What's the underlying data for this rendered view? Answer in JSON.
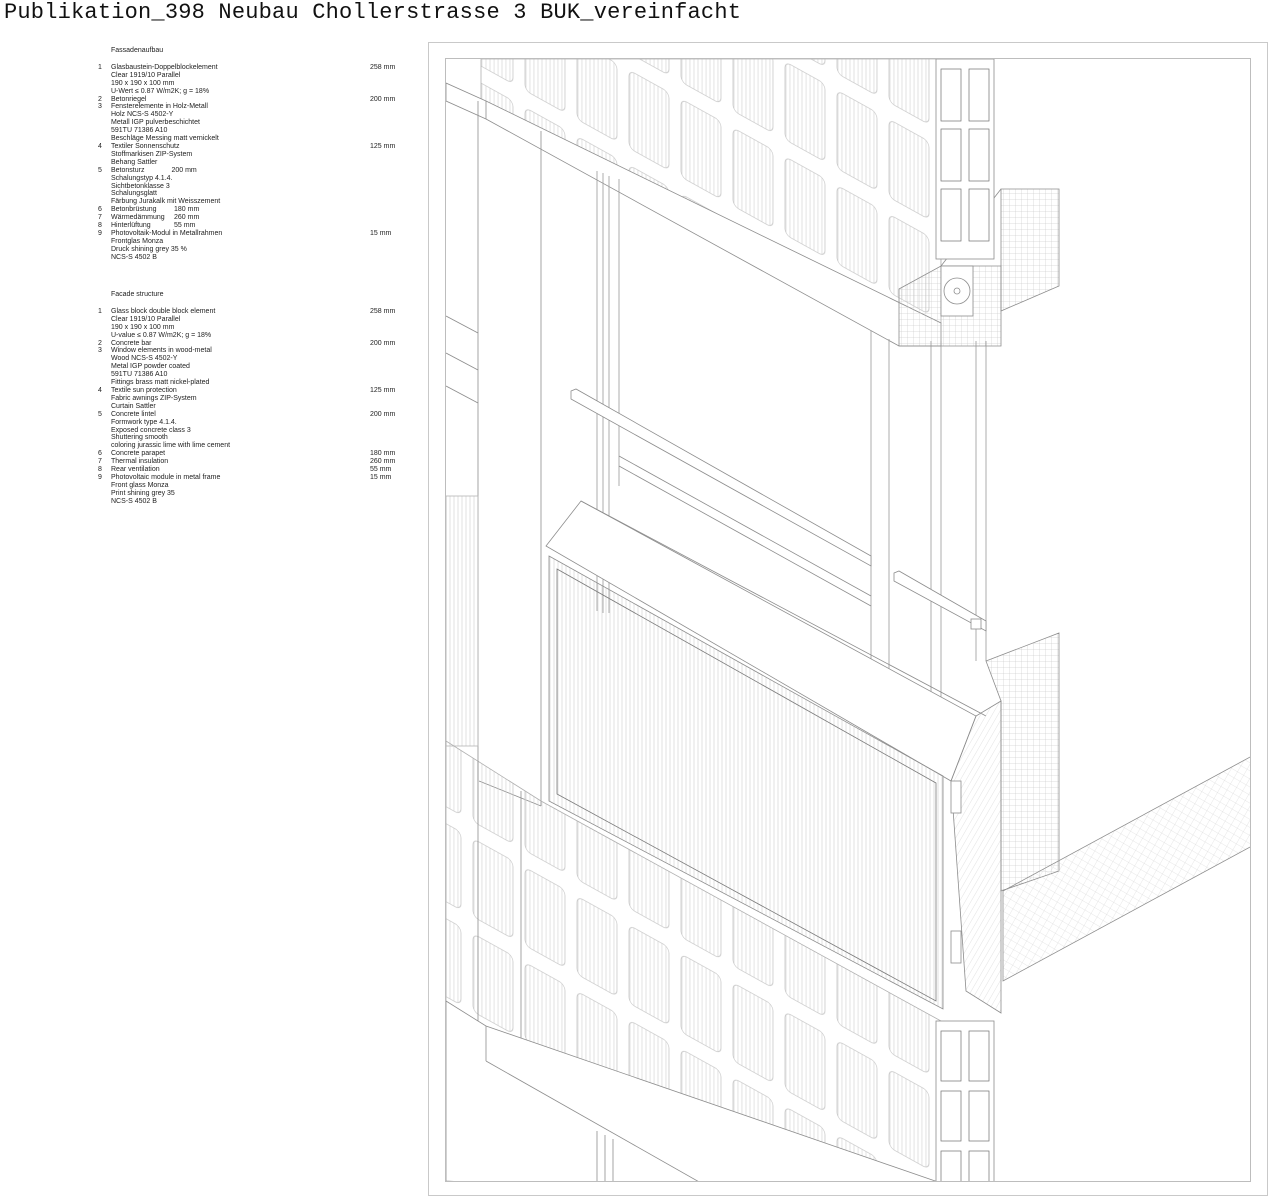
{
  "document": {
    "title": "Publikation_398 Neubau Chollerstrasse 3 BUK_vereinfacht"
  },
  "legend_de": {
    "heading": "Fassadenaufbau",
    "items": [
      {
        "num": "1",
        "label": "Glasbaustein-Doppelblockelement",
        "dim": "258 mm",
        "sub": [
          "Clear 1919/10 Parallel",
          "190 x 190 x 100 mm",
          "U-Wert ≤ 0.87 W/m2K; g = 18%"
        ]
      },
      {
        "num": "2",
        "label": "Betonriegel",
        "dim": "200 mm",
        "sub": []
      },
      {
        "num": "3",
        "label": "Fensterelemente in Holz-Metall",
        "dim": "",
        "sub": [
          "Holz NCS-S 4502-Y",
          "Metall IGP pulverbeschichtet",
          "591TU 71386 A10",
          "Beschläge Messing matt vernickelt"
        ]
      },
      {
        "num": "4",
        "label": "Textiler Sonnenschutz",
        "dim": "125 mm",
        "sub": [
          "Stoffmarkisen ZIP-System",
          "Behang Sattler"
        ]
      },
      {
        "num": "5",
        "label": "Betonsturz",
        "inline_dim": "200 mm",
        "dim": "",
        "sub": [
          "Schalungstyp 4.1.4.",
          "Sichtbetonklasse 3",
          "Schalungsglatt",
          "Färbung Jurakalk mit Weisszement"
        ]
      },
      {
        "num": "6",
        "label": "Betonbrüstung",
        "inline_dim": "180 mm",
        "dim": "",
        "sub": []
      },
      {
        "num": "7",
        "label": "Wärmedämmung",
        "inline_dim": "260 mm",
        "dim": "",
        "sub": []
      },
      {
        "num": "8",
        "label": "Hinterlüftung",
        "inline_dim": "55 mm",
        "dim": "",
        "sub": []
      },
      {
        "num": "9",
        "label": "Photovoltaik-Modul in Metallrahmen",
        "dim": "15 mm",
        "sub": [
          "Frontglas Monza",
          "Druck shining grey 35 %",
          "NCS-S 4502 B"
        ]
      }
    ]
  },
  "legend_en": {
    "heading": "Facade structure",
    "items": [
      {
        "num": "1",
        "label": "Glass block double block element",
        "dim": "258 mm",
        "sub": [
          "Clear 1919/10 Parallel",
          "190 x 190 x 100 mm",
          "U-value ≤ 0.87 W/m2K; g = 18%"
        ]
      },
      {
        "num": "2",
        "label": "Concrete bar",
        "dim": "200 mm",
        "sub": []
      },
      {
        "num": "3",
        "label": "Window elements in wood-metal",
        "dim": "",
        "sub": [
          "Wood NCS-S 4502-Y",
          "Metal IGP powder coated",
          "591TU 71386 A10",
          "Fittings brass matt nickel-plated"
        ]
      },
      {
        "num": "4",
        "label": "Textile sun protection",
        "dim": "125 mm",
        "sub": [
          "Fabric awnings ZIP-System",
          "Curtain Sattler"
        ]
      },
      {
        "num": "5",
        "label": "Concrete lintel",
        "dim": "200 mm",
        "sub": [
          "Formwork type 4.1.4.",
          "Exposed concrete class 3",
          "Shuttering smooth",
          "coloring jurassic lime with lime cement"
        ]
      },
      {
        "num": "6",
        "label": "Concrete parapet",
        "dim": "180 mm",
        "sub": []
      },
      {
        "num": "7",
        "label": "Thermal insulation",
        "dim": "260 mm",
        "sub": []
      },
      {
        "num": "8",
        "label": "Rear ventilation",
        "dim": "55 mm",
        "sub": []
      },
      {
        "num": "9",
        "label": "Photovoltaic module in metal frame",
        "dim": "15 mm",
        "sub": [
          "Front glass Monza",
          "Print shining grey 35",
          "NCS-S 4502 B"
        ]
      }
    ]
  },
  "drawing": {
    "type": "isometric facade section",
    "line_color": "#8a8a8a",
    "frame_color": "#c4c4c4"
  }
}
